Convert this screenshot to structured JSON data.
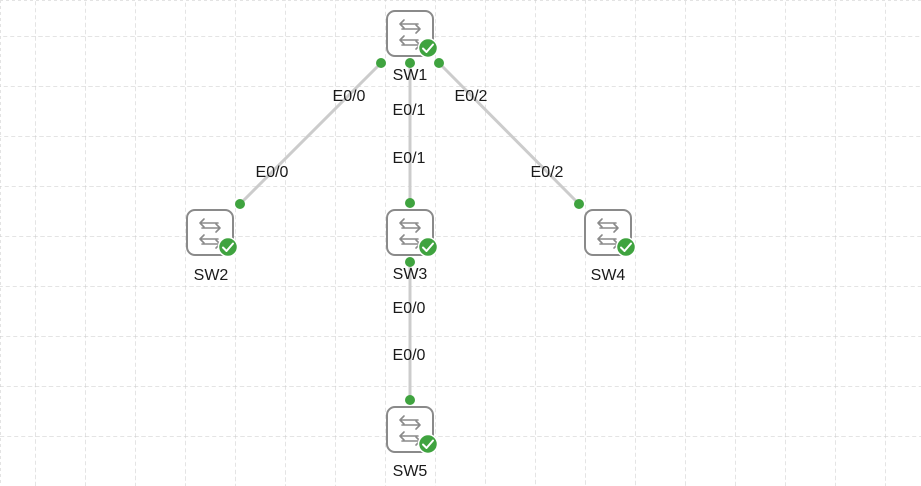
{
  "topology": {
    "status_color": "#3fa33f",
    "link_color": "#cccccc",
    "device_icon": "switch-icon",
    "status_icon": "check-circle-icon",
    "devices": [
      {
        "id": "sw1",
        "label": "SW1",
        "status": "running"
      },
      {
        "id": "sw2",
        "label": "SW2",
        "status": "running"
      },
      {
        "id": "sw3",
        "label": "SW3",
        "status": "running"
      },
      {
        "id": "sw4",
        "label": "SW4",
        "status": "running"
      },
      {
        "id": "sw5",
        "label": "SW5",
        "status": "running"
      }
    ],
    "links": [
      {
        "id": "sw1-sw2",
        "a": "sw1",
        "a_port": "E0/0",
        "b": "sw2",
        "b_port": "E0/0"
      },
      {
        "id": "sw1-sw3",
        "a": "sw1",
        "a_port": "E0/1",
        "b": "sw3",
        "b_port": "E0/1"
      },
      {
        "id": "sw1-sw4",
        "a": "sw1",
        "a_port": "E0/2",
        "b": "sw4",
        "b_port": "E0/2"
      },
      {
        "id": "sw3-sw5",
        "a": "sw3",
        "a_port": "E0/0",
        "b": "sw5",
        "b_port": "E0/0"
      }
    ]
  }
}
